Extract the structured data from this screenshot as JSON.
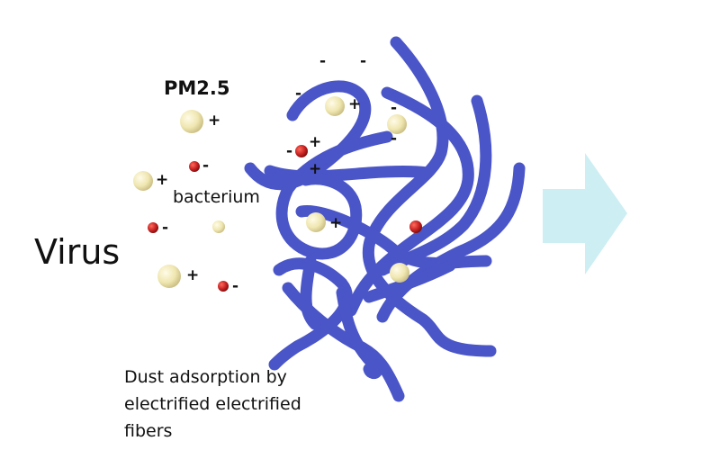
{
  "labels": {
    "pm25": "PM2.5",
    "bacterium": "bacterium",
    "virus": "Virus",
    "caption_line1": "Dust adsorption by",
    "caption_line2": "electrified electrified",
    "caption_line3": "fibers"
  },
  "signs": {
    "plus": "+",
    "minus": "-"
  },
  "colors": {
    "fiber": "#4a55c8",
    "particle_large": "#efe6b0",
    "particle_charged": "#c62222",
    "arrow": "#cdeef3"
  }
}
